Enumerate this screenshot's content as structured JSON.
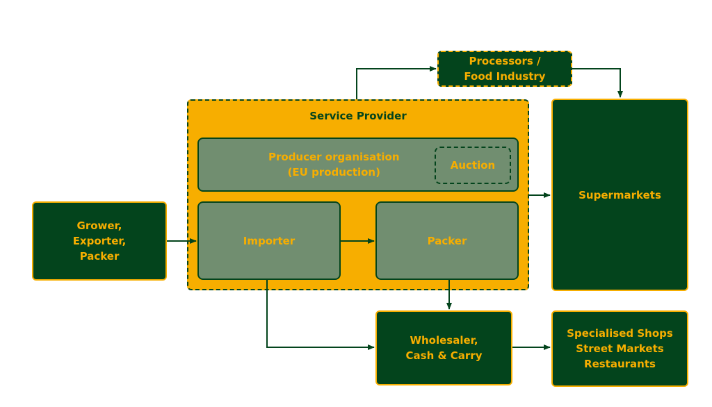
{
  "diagram": {
    "colors": {
      "dark_green": "#03441c",
      "gold": "#f7ae00",
      "sage": "#718e70"
    },
    "nodes": {
      "processors": "Processors /\nFood Industry",
      "service_provider": "Service Provider",
      "producer_org": "Producer organisation\n(EU production)",
      "auction": "Auction",
      "grower": "Grower,\nExporter,\nPacker",
      "importer": "Importer",
      "packer": "Packer",
      "supermarkets": "Supermarkets",
      "wholesaler": "Wholesaler,\nCash & Carry",
      "specialised": "Specialised Shops\nStreet Markets\nRestaurants"
    },
    "edges": [
      {
        "from": "Service Provider",
        "to": "Processors / Food Industry"
      },
      {
        "from": "Processors / Food Industry",
        "to": "Supermarkets"
      },
      {
        "from": "Service Provider",
        "to": "Supermarkets"
      },
      {
        "from": "Grower, Exporter, Packer",
        "to": "Importer"
      },
      {
        "from": "Importer",
        "to": "Packer"
      },
      {
        "from": "Packer",
        "to": "Wholesaler, Cash & Carry"
      },
      {
        "from": "Importer",
        "to": "Wholesaler, Cash & Carry"
      },
      {
        "from": "Wholesaler, Cash & Carry",
        "to": "Specialised Shops / Street Markets / Restaurants"
      }
    ]
  }
}
